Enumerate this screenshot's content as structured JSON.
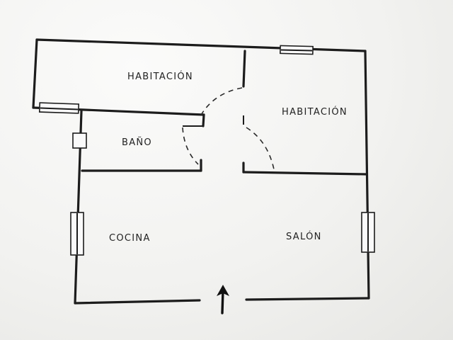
{
  "rooms": [
    {
      "label": "HABITACIÓN"
    },
    {
      "label": "HABITACIÓN"
    },
    {
      "label": "BAÑO"
    },
    {
      "label": "COCINA"
    },
    {
      "label": "SALÓN"
    }
  ],
  "icons": {
    "entrance": "up-arrow-icon"
  }
}
